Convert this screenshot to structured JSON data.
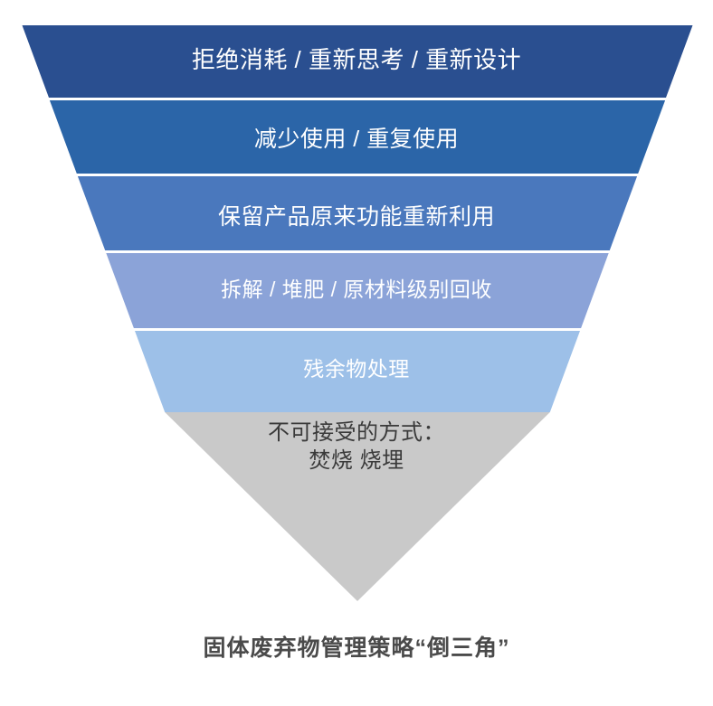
{
  "diagram": {
    "title": "固体废弃物管理策略“倒三角”",
    "shape": "inverted-triangle",
    "bands": [
      {
        "id": "band-refuse-rethink-redesign",
        "label": "拒绝消耗 / 重新思考 / 重新设计",
        "color": "#2a4f90",
        "text_color": "#ffffff"
      },
      {
        "id": "band-reduce-reuse",
        "label": "减少使用 / 重复使用",
        "color": "#2b65a8",
        "text_color": "#ffffff"
      },
      {
        "id": "band-repurpose",
        "label": "保留产品原来功能重新利用",
        "color": "#4a78bd",
        "text_color": "#ffffff"
      },
      {
        "id": "band-recycle",
        "label": "拆解 / 堆肥 / 原材料级别回收",
        "color": "#8ba3d8",
        "text_color": "#ffffff"
      },
      {
        "id": "band-residual",
        "label": "残余物处理",
        "color": "#9dc0e8",
        "text_color": "#ffffff"
      },
      {
        "id": "band-unacceptable",
        "label": "不可接受的方式：\n焚烧  烧埋",
        "color": "#c9c9c9",
        "text_color": "#3a3a3a"
      }
    ],
    "separator_color": "#ffffff"
  }
}
